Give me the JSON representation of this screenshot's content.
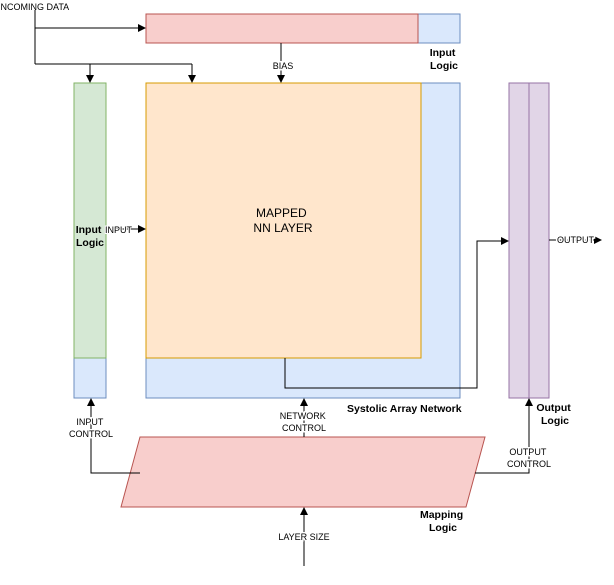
{
  "labels": {
    "incoming_data": "INCOMING DATA",
    "bias": "BIAS",
    "top_input_logic": [
      "Input",
      "Logic"
    ],
    "left_input_logic": [
      "Input",
      "Logic"
    ],
    "input_arrow": "INPUT",
    "mapped_layer": [
      "MAPPED",
      "NN LAYER"
    ],
    "output_arrow": "OUTPUT",
    "systolic_array": "Systolic Array Network",
    "output_logic": [
      "Output",
      "Logic"
    ],
    "input_control": [
      "INPUT",
      "CONTROL"
    ],
    "network_control": [
      "NETWORK",
      "CONTROL"
    ],
    "output_control": [
      "OUTPUT",
      "CONTROL"
    ],
    "mapping_logic": [
      "Mapping",
      "Logic"
    ],
    "layer_size": "LAYER SIZE"
  },
  "colors": {
    "pink_fill": "#f8cecc",
    "pink_stroke": "#b85450",
    "blue_fill": "#dae8fc",
    "blue_stroke": "#6c8ebf",
    "green_fill": "#d5e8d4",
    "green_stroke": "#82b366",
    "orange_fill": "#ffe6cc",
    "orange_stroke": "#d79b00",
    "purple_fill": "#e1d5e7",
    "purple_stroke": "#9673a6",
    "line": "#000000"
  }
}
